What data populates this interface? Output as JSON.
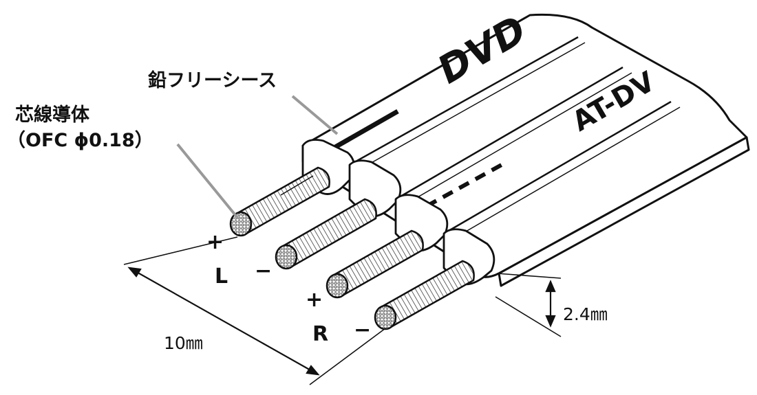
{
  "labels": {
    "sheath": "鉛フリーシース",
    "conductor_line1": "芯線導体",
    "conductor_line2": "（OFC ϕ0.18）"
  },
  "markings": {
    "brand_top": "DVD",
    "brand_side": "AT-DV"
  },
  "polarity": {
    "left_channel": "L",
    "right_channel": "R",
    "plus": "+",
    "minus": "−"
  },
  "dimensions": {
    "width": "10㎜",
    "thickness": "2.4㎜"
  }
}
